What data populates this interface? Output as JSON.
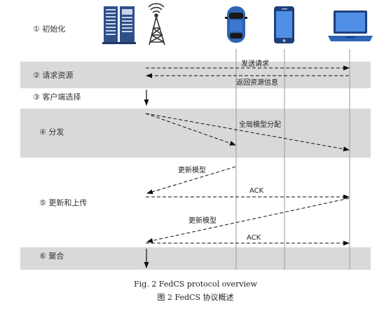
{
  "steps": [
    {
      "label": "① 初始化"
    },
    {
      "label": "② 请求资源"
    },
    {
      "label": "③ 客户端选择"
    },
    {
      "label": "④ 分发"
    },
    {
      "label": "⑤ 更新和上传"
    },
    {
      "label": "⑥ 聚合"
    }
  ],
  "entities": [
    {
      "icon": "server-rack-icon"
    },
    {
      "icon": "cell-tower-icon"
    },
    {
      "icon": "car-icon"
    },
    {
      "icon": "smartphone-icon"
    },
    {
      "icon": "laptop-icon"
    }
  ],
  "messages": {
    "send_request": "发送请求",
    "return_resources": "返回资源信息",
    "global_model": "全局模型分配",
    "update_model_1": "更新模型",
    "ack_1": "ACK",
    "update_model_2": "更新模型",
    "ack_2": "ACK"
  },
  "caption": {
    "english": "Fig. 2    FedCS protocol overview",
    "chinese": "图 2    FedCS 协议概述"
  },
  "colors": {
    "band": "#d9d9d9",
    "line": "#111111",
    "lifeline": "#9a9a9a",
    "server": "#2f4f88",
    "device": "#2d64b5"
  }
}
